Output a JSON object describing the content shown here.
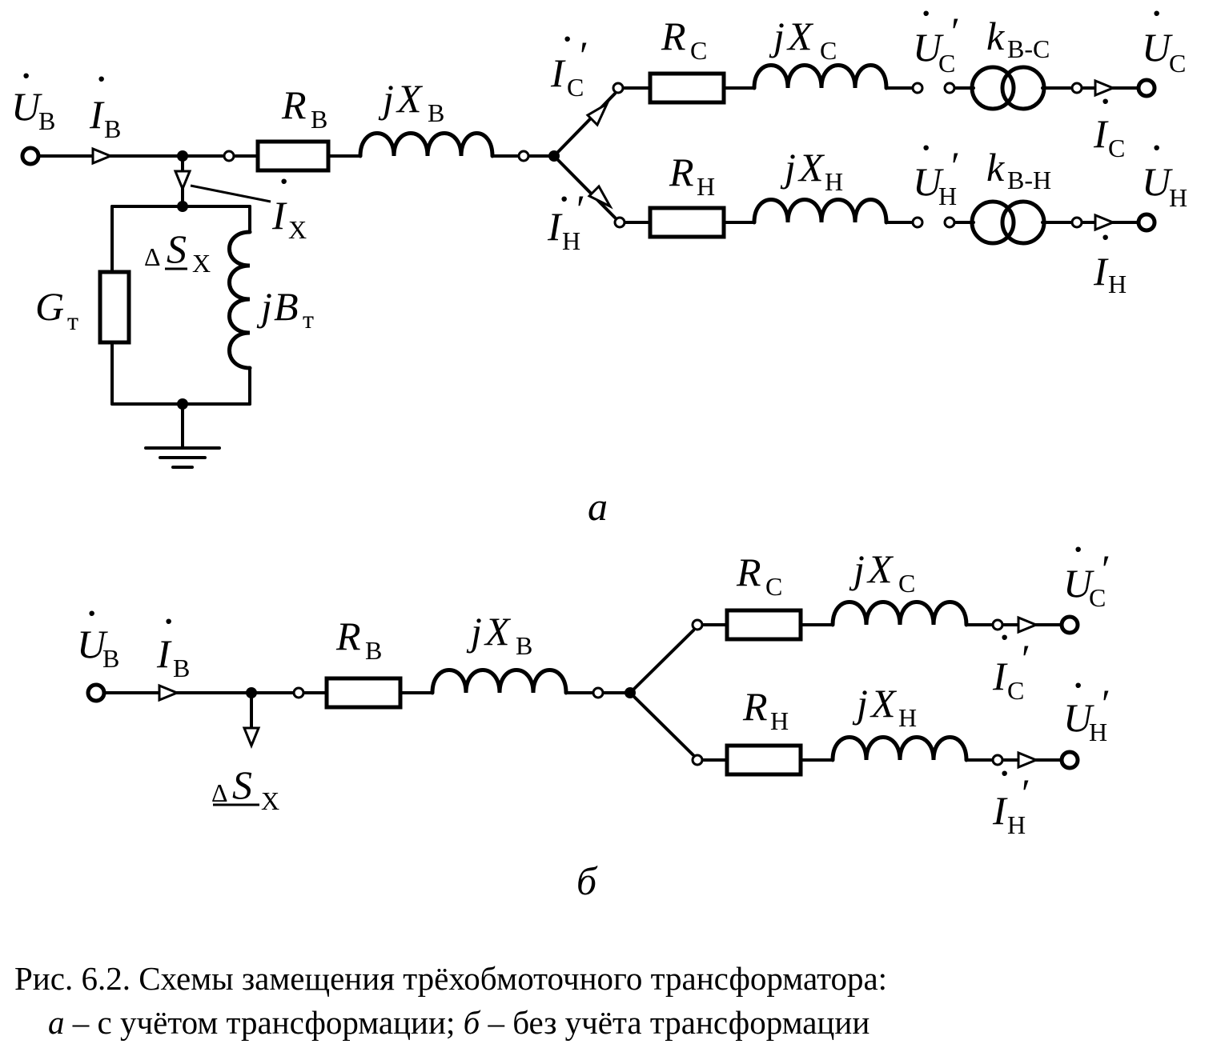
{
  "diagram_a": {
    "panel_label": "а",
    "U_B": {
      "sym": "U",
      "sub": "В"
    },
    "I_B": {
      "sym": "I",
      "sub": "В"
    },
    "R_B": {
      "sym": "R",
      "sub": "В"
    },
    "jX_B": {
      "pre": "j",
      "sym": "X",
      "sub": "В"
    },
    "I_X": {
      "sym": "I",
      "sub": "Х"
    },
    "dS_X": {
      "delta": "Δ",
      "sym": "S",
      "sub": "Х"
    },
    "G_T": {
      "sym": "G",
      "sub": "т"
    },
    "jB_T": {
      "pre": "j",
      "sym": "B",
      "sub": "т"
    },
    "I_C_prime": {
      "sym": "I",
      "sub": "С",
      "prime": "′"
    },
    "I_H_prime": {
      "sym": "I",
      "sub": "Н",
      "prime": "′"
    },
    "R_C": {
      "sym": "R",
      "sub": "С"
    },
    "jX_C": {
      "pre": "j",
      "sym": "X",
      "sub": "С"
    },
    "U_C_prime": {
      "sym": "U",
      "sub": "С",
      "prime": "′"
    },
    "k_BC": {
      "sym": "k",
      "sub": "В-С"
    },
    "U_C": {
      "sym": "U",
      "sub": "С"
    },
    "I_C": {
      "sym": "I",
      "sub": "С"
    },
    "R_H": {
      "sym": "R",
      "sub": "Н"
    },
    "jX_H": {
      "pre": "j",
      "sym": "X",
      "sub": "Н"
    },
    "U_H_prime": {
      "sym": "U",
      "sub": "Н",
      "prime": "′"
    },
    "k_BH": {
      "sym": "k",
      "sub": "В-Н"
    },
    "U_H": {
      "sym": "U",
      "sub": "Н"
    },
    "I_H": {
      "sym": "I",
      "sub": "Н"
    }
  },
  "diagram_b": {
    "panel_label": "б",
    "U_B": {
      "sym": "U",
      "sub": "В"
    },
    "I_B": {
      "sym": "I",
      "sub": "В"
    },
    "R_B": {
      "sym": "R",
      "sub": "В"
    },
    "jX_B": {
      "pre": "j",
      "sym": "X",
      "sub": "В"
    },
    "dS_X": {
      "delta": "Δ",
      "sym": "S",
      "sub": "Х"
    },
    "R_C": {
      "sym": "R",
      "sub": "С"
    },
    "jX_C": {
      "pre": "j",
      "sym": "X",
      "sub": "С"
    },
    "U_C_prime": {
      "sym": "U",
      "sub": "С",
      "prime": "′"
    },
    "I_C_prime": {
      "sym": "I",
      "sub": "С",
      "prime": "′"
    },
    "R_H": {
      "sym": "R",
      "sub": "Н"
    },
    "jX_H": {
      "pre": "j",
      "sym": "X",
      "sub": "Н"
    },
    "U_H_prime": {
      "sym": "U",
      "sub": "Н",
      "prime": "′"
    },
    "I_H_prime": {
      "sym": "I",
      "sub": "Н",
      "prime": "′"
    }
  },
  "caption": {
    "line1": "Рис. 6.2. Схемы замещения трёхобмоточного трансформатора:",
    "line2_a": "а",
    "line2_a_text": " – с учётом трансформации; ",
    "line2_b": "б",
    "line2_b_text": " – без учёта трансформации"
  }
}
